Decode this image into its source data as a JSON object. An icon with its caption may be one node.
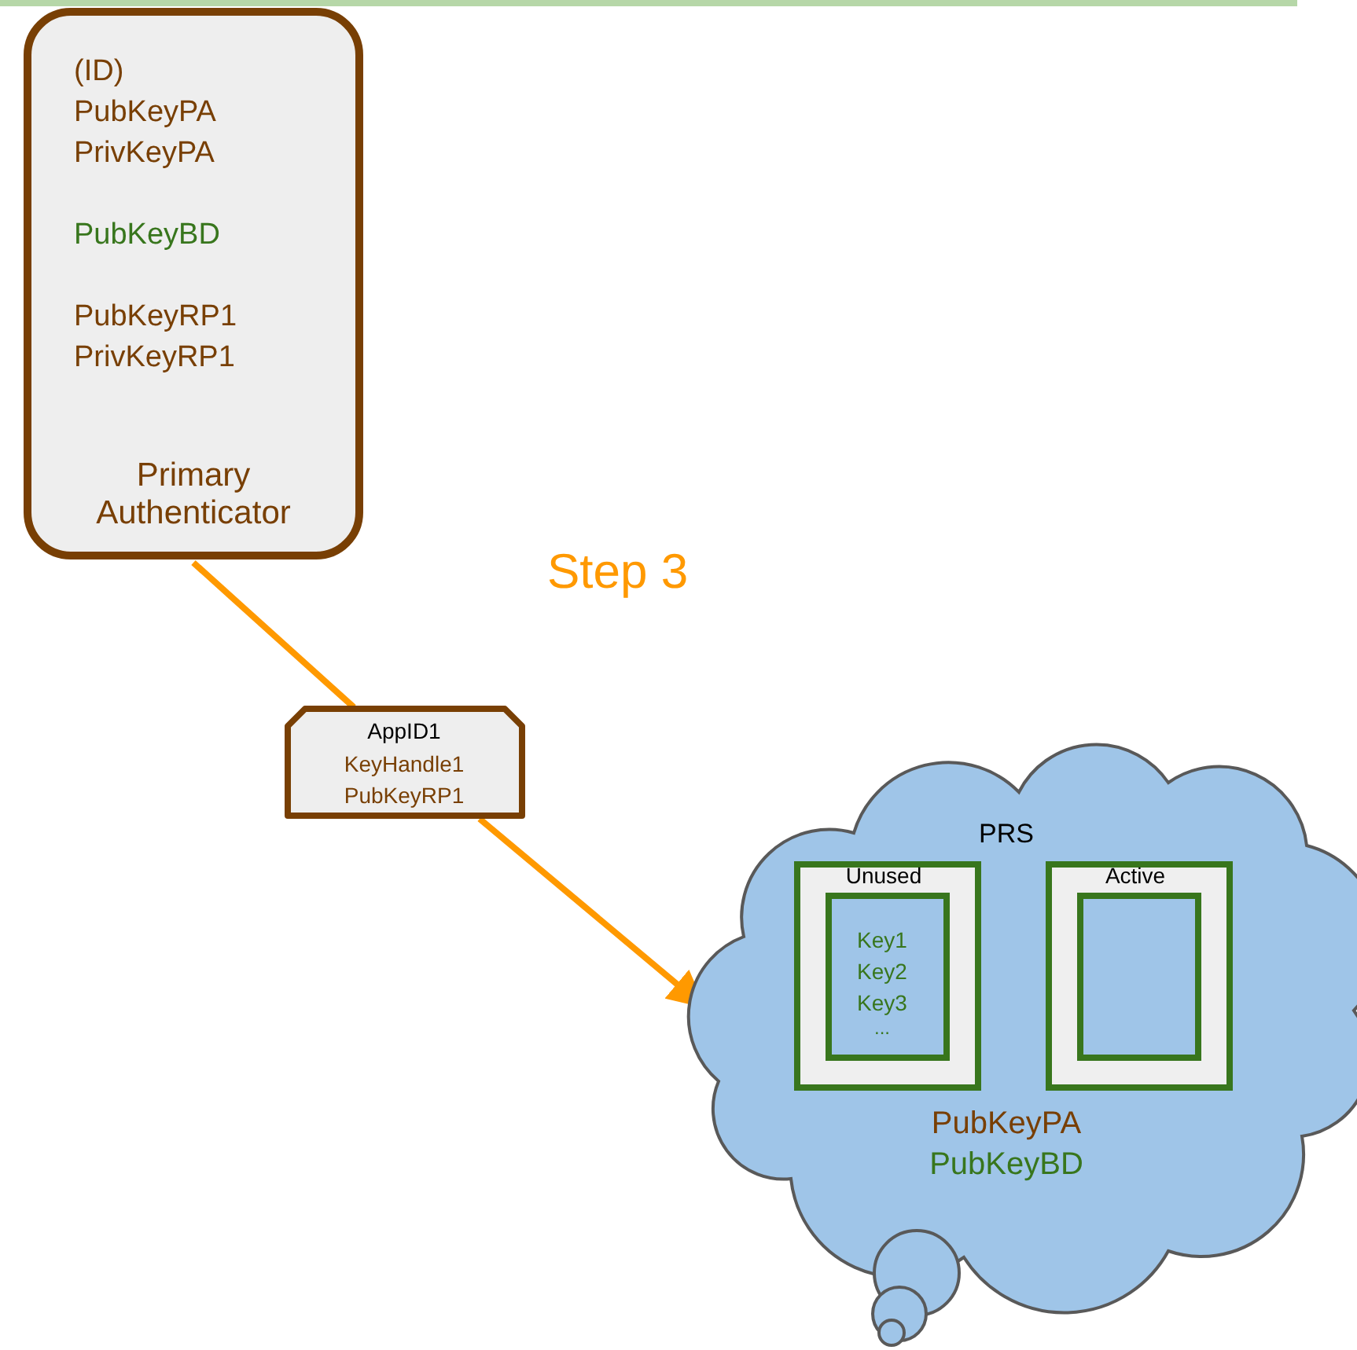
{
  "diagram": {
    "nodes": [
      {
        "text": [
          "(ID)",
          "PubKeyPA",
          "PrivKeyPA",
          "PubKeyBD",
          "PubKeyRP1",
          "PrivKeyRP1",
          "Primary Authenticator"
        ]
      },
      {
        "text": [
          "AppID1",
          "KeyHandle1",
          "PubKeyRP1"
        ]
      },
      {
        "text": [
          "PRS",
          "PubKeyPA",
          "PubKeyBD"
        ]
      },
      {
        "text": [
          "Unused"
        ],
        "in": 2
      },
      {
        "text": [
          "Key1",
          "Key2",
          "Key3",
          "..."
        ],
        "in": 3
      },
      {
        "text": [
          "Active"
        ],
        "in": 2
      },
      {
        "text": [],
        "shape": "box",
        "in": 5
      }
    ],
    "edges": [
      {
        "from": 0,
        "to": 1,
        "arrow": "none"
      },
      {
        "from": 1,
        "to": 2,
        "arrow": "to"
      }
    ],
    "labels": [
      "Step 3"
    ]
  }
}
